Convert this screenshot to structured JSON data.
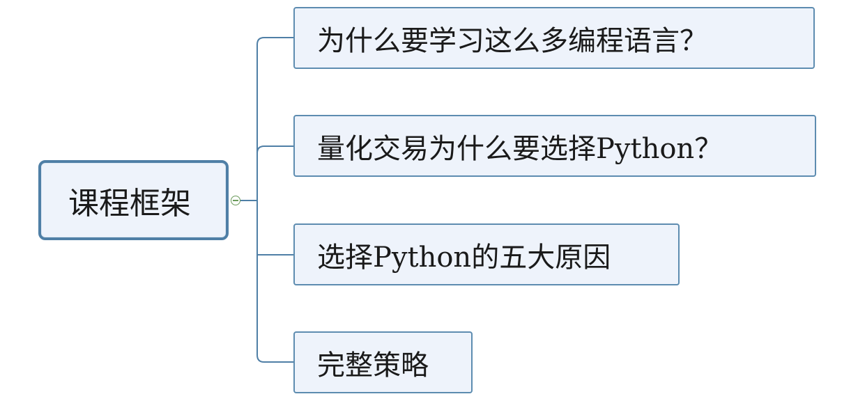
{
  "mindmap": {
    "root": {
      "label": "课程框架"
    },
    "branches": [
      {
        "label": "为什么要学习这么多编程语言？"
      },
      {
        "label": "量化交易为什么要选择Python？"
      },
      {
        "label": "选择Python的五大原因"
      },
      {
        "label": "完整策略"
      }
    ]
  },
  "colors": {
    "connector": "#4f7fa6",
    "node_fill": "#eef3fb",
    "root_border": "#4f7fa6",
    "child_border": "#5d8cb0",
    "toggle": "#6a9a5a"
  }
}
